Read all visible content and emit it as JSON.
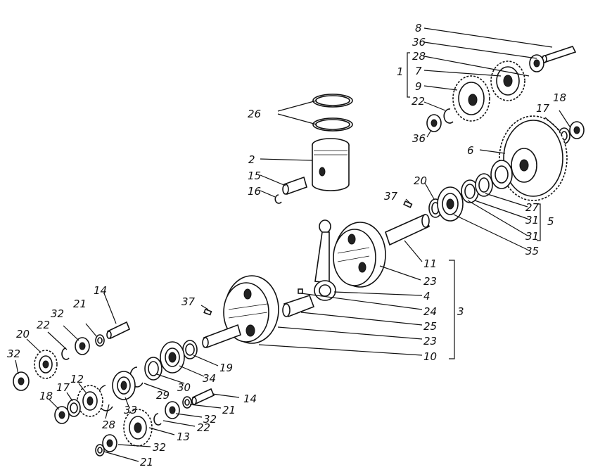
{
  "labels": {
    "l8": "8",
    "l36a": "36",
    "l28": "28",
    "l1": "1",
    "l7": "7",
    "l9": "9",
    "l22a": "22",
    "l36b": "36",
    "l18a": "18",
    "l17a": "17",
    "l6": "6",
    "l26": "26",
    "l2": "2",
    "l15": "15",
    "l16": "16",
    "l20a": "20",
    "l37a": "37",
    "l27": "27",
    "l31a": "31",
    "l31b": "31",
    "l5": "5",
    "l35": "35",
    "l11": "11",
    "l23a": "23",
    "l4": "4",
    "l24": "24",
    "l3": "3",
    "l25": "25",
    "l23b": "23",
    "l10": "10",
    "l37b": "37",
    "l14a": "14",
    "l21a": "21",
    "l32a": "32",
    "l22b": "22",
    "l20b": "20",
    "l32b": "32",
    "l19": "19",
    "l34": "34",
    "l30": "30",
    "l29a": "29",
    "l12": "12",
    "l17b": "17",
    "l18b": "18",
    "l33": "33",
    "l28b": "28",
    "l14b": "14",
    "l21b": "21",
    "l32c": "32",
    "l22c": "22",
    "l13": "13",
    "l32d": "32",
    "l21c": "21"
  }
}
